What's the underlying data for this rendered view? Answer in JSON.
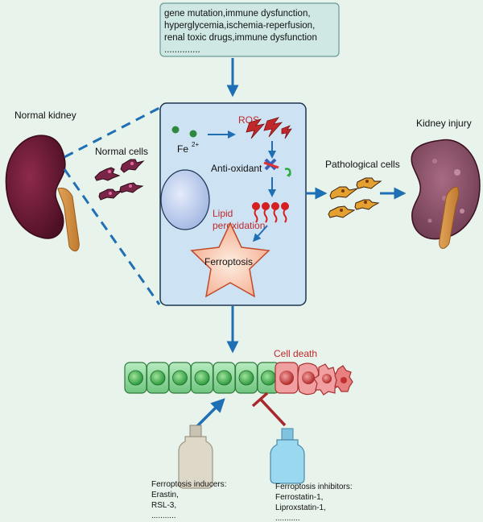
{
  "causes": {
    "lines": [
      "gene mutation,immune dysfunction,",
      "hyperglycemia,ischemia-reperfusion,",
      "renal toxic drugs,immune dysfunction",
      ".............."
    ]
  },
  "labels": {
    "normal_kidney": "Normal kidney",
    "normal_cells": "Normal cells",
    "kidney_injury": "Kidney injury",
    "pathological_cells": "Pathological cells",
    "fe": "Fe",
    "fe_charge": "2+",
    "ros": "ROS",
    "anti_oxidant": "Anti-oxidant",
    "lipid_line1": "Lipid",
    "lipid_line2": "peroxidation",
    "ferroptosis": "Ferroptosis",
    "cell_death": "Cell death"
  },
  "inducers": {
    "title": "Ferroptosis inducers:",
    "items": [
      "Erastin,",
      "RSL-3,",
      "..........."
    ]
  },
  "inhibitors": {
    "title": "Ferroptosis inhibitors:",
    "items": [
      "Ferrostatin-1,",
      "Liproxstatin-1,",
      "..........."
    ]
  },
  "colors": {
    "arrow_blue": "#1f6fb4",
    "label_red": "#c0282c",
    "kidney_healthy": "#6e1a35",
    "kidney_injured": "#8a5068",
    "cell_box": "#cde2f2",
    "healthy_epithelium": "#7dd08a",
    "dying_cells": "#e06a6a",
    "inducer_bottle": "#d9d4c6",
    "inhibitor_bottle": "#8fd3ef"
  }
}
